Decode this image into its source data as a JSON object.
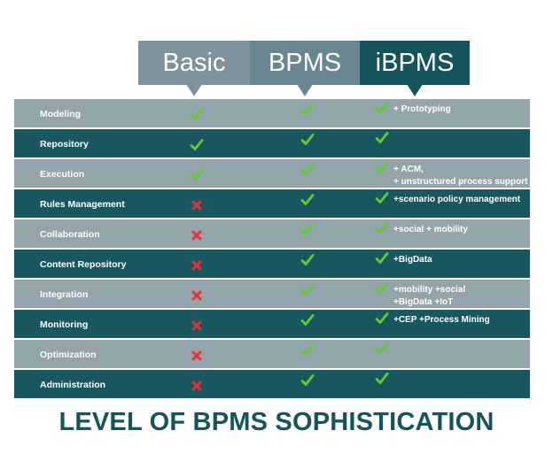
{
  "headers": {
    "basic": "Basic",
    "bpms": "BPMS",
    "ibpms": "iBPMS"
  },
  "colors": {
    "basic_header": "#7f939a",
    "bpms_header": "#6a8791",
    "ibpms_header": "#16545c",
    "row_light": "#94a4ab",
    "row_dark": "#18575f",
    "check": "#5fce2a",
    "cross": "#e8303a",
    "footer_text": "#16545c"
  },
  "icons": {
    "yes": "check-icon",
    "no": "cross-icon"
  },
  "rows": [
    {
      "label": "Modeling",
      "basic": "yes",
      "bpms": "yes",
      "ibpms": "yes",
      "note": "+ Prototyping"
    },
    {
      "label": "Repository",
      "basic": "yes",
      "bpms": "yes",
      "ibpms": "yes",
      "note": ""
    },
    {
      "label": "Execution",
      "basic": "yes",
      "bpms": "yes",
      "ibpms": "yes",
      "note": "+ ACM,\n+ unstructured process support"
    },
    {
      "label": "Rules Management",
      "basic": "no",
      "bpms": "yes",
      "ibpms": "yes",
      "note": "+scenario policy management"
    },
    {
      "label": "Collaboration",
      "basic": "no",
      "bpms": "yes",
      "ibpms": "yes",
      "note": "+social + mobility"
    },
    {
      "label": "Content Repository",
      "basic": "no",
      "bpms": "yes",
      "ibpms": "yes",
      "note": "+BigData"
    },
    {
      "label": "Integration",
      "basic": "no",
      "bpms": "yes",
      "ibpms": "yes",
      "note": "+mobility +social\n+BigData +IoT"
    },
    {
      "label": "Monitoring",
      "basic": "no",
      "bpms": "yes",
      "ibpms": "yes",
      "note": "+CEP +Process Mining"
    },
    {
      "label": "Optimization",
      "basic": "no",
      "bpms": "yes",
      "ibpms": "yes",
      "note": ""
    },
    {
      "label": "Administration",
      "basic": "no",
      "bpms": "yes",
      "ibpms": "yes",
      "note": ""
    }
  ],
  "footer": "LEVEL OF BPMS SOPHISTICATION"
}
